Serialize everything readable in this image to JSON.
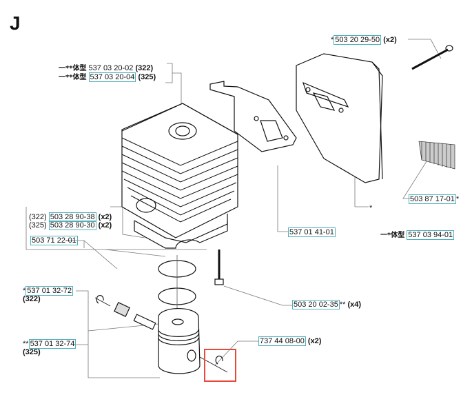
{
  "section_letter": "J",
  "labels": {
    "cylinder_322": {
      "prefix": "一**体型",
      "part": "537 03 20-02",
      "suffix": "(322)"
    },
    "cylinder_325": {
      "prefix": "一**体型",
      "part": "537 03 20-04",
      "suffix": "(325)"
    },
    "screw_muffler": {
      "prefix": "*",
      "part": "503 20 29-50",
      "suffix": "(x2)"
    },
    "screen": {
      "part": "503 87 17-01",
      "suffix": "*"
    },
    "muffler_star": "*",
    "muffler_assy": {
      "prefix": "一*体型",
      "part": "537 03 94-01"
    },
    "gasket": {
      "part": "537 01 41-01"
    },
    "gasket_base_322": {
      "prefix": "(322)",
      "part": "503 28 90-38",
      "suffix": "(x2)"
    },
    "gasket_base_325": {
      "prefix": "(325)",
      "part": "503 28 90-30",
      "suffix": "(x2)"
    },
    "bearing": {
      "part": "503 71 22-01"
    },
    "cyl_screw": {
      "part": "503 20 02-35",
      "suffix": "**",
      "qty": "(x4)"
    },
    "piston_322": {
      "prefix": "*",
      "part": "537 01 32-72",
      "suffix": "(322)"
    },
    "piston_325": {
      "prefix": "**",
      "part": "537 01 32-74",
      "suffix": "(325)"
    },
    "circlip": {
      "part": "737 44 08-00",
      "suffix": "(x2)"
    }
  },
  "colors": {
    "highlight": "#e8493a",
    "label_box": "#4fb0bd",
    "line": "#111111"
  }
}
